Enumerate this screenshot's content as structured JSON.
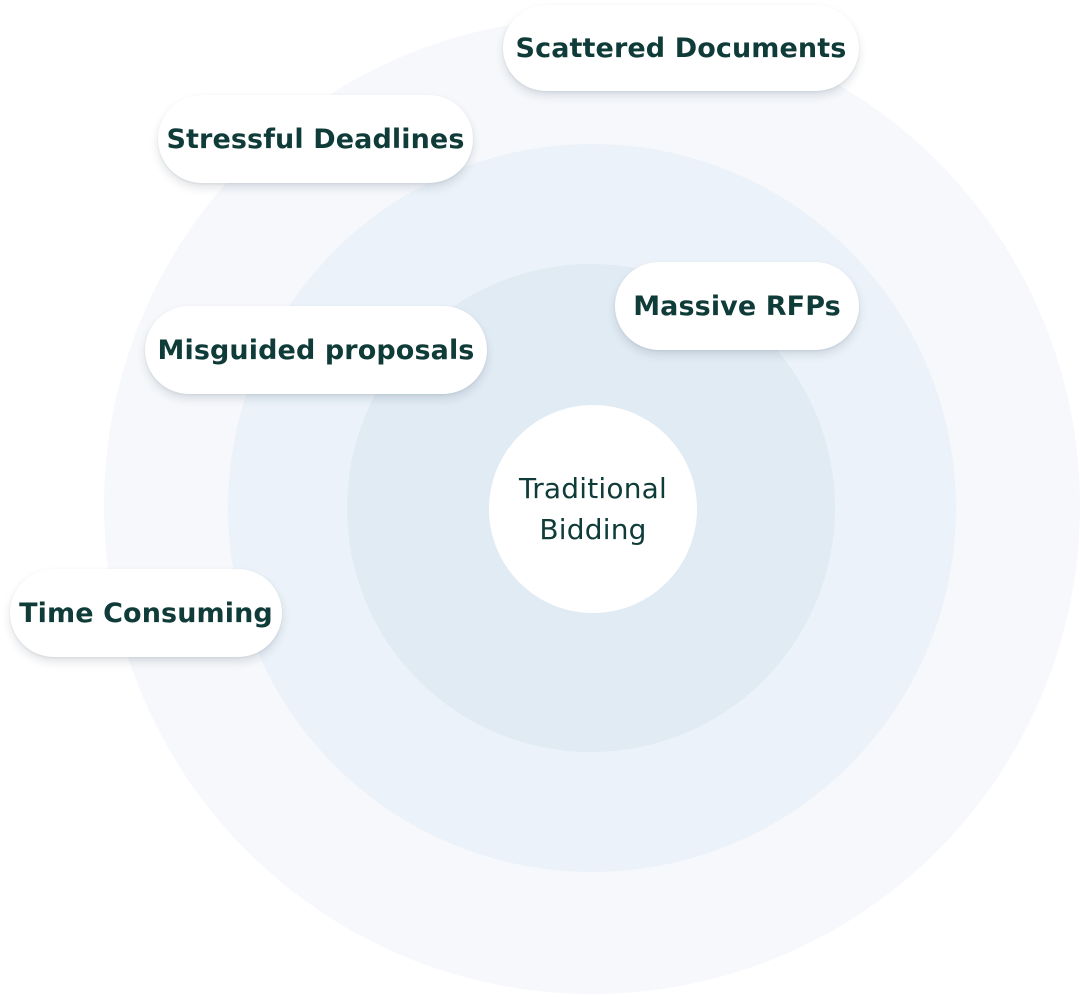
{
  "diagram": {
    "center": {
      "label": "Traditional\nBidding"
    },
    "ring_colors": {
      "outer": "#f6f8fb",
      "middle": "#ebf2f9",
      "inner": "#e1ebf4",
      "center": "#ffffff"
    },
    "text_color": "#0f3b38",
    "pills": [
      {
        "label": "Scattered Documents"
      },
      {
        "label": "Stressful Deadlines"
      },
      {
        "label": "Massive RFPs"
      },
      {
        "label": "Misguided proposals"
      },
      {
        "label": "Time Consuming"
      }
    ]
  }
}
